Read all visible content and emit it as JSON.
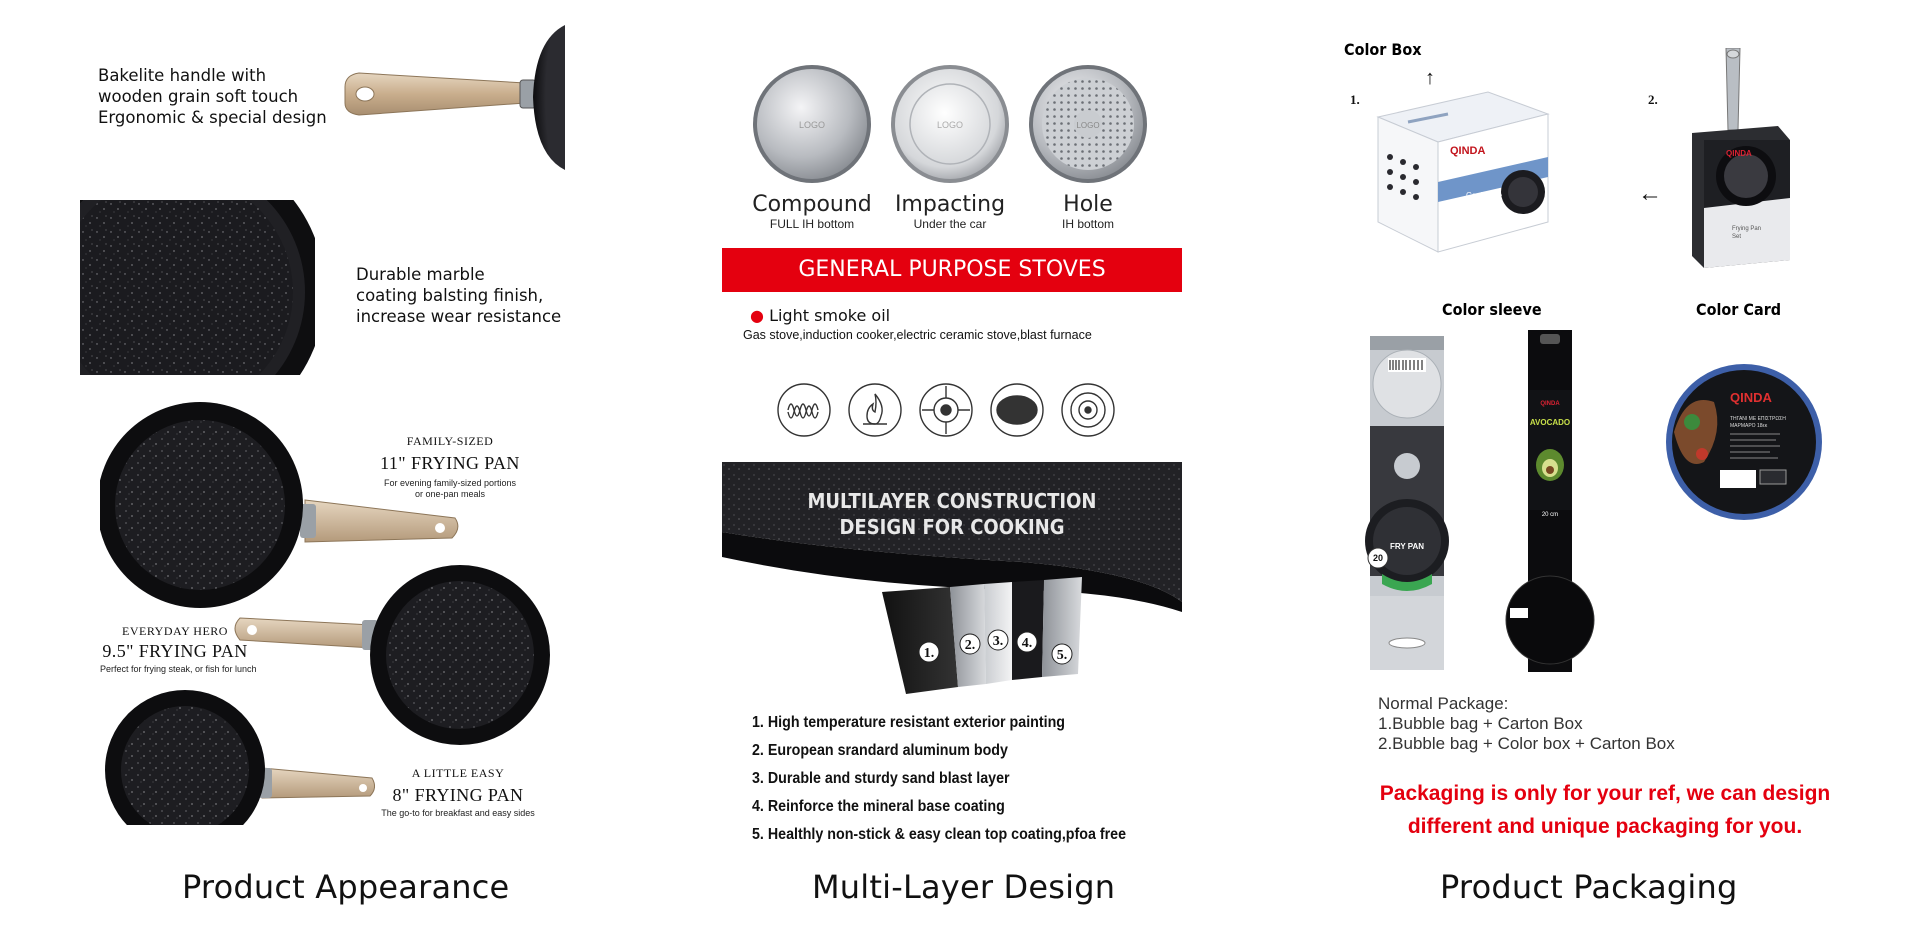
{
  "appearance": {
    "caption": "Product Appearance",
    "handle_text": [
      "Bakelite handle with",
      "wooden grain soft touch",
      "Ergonomic & special design"
    ],
    "coating_text": [
      "Durable marble",
      "coating balsting finish,",
      "increase wear resistance"
    ],
    "pans": [
      {
        "tag": "FAMILY-SIZED",
        "title": "11\" FRYING PAN",
        "desc": [
          "For evening family-sized portions",
          "or one-pan meals"
        ]
      },
      {
        "tag": "EVERYDAY HERO",
        "title": "9.5\" FRYING PAN",
        "desc": [
          "Perfect for frying steak, or fish for lunch"
        ]
      },
      {
        "tag": "A LITTLE EASY",
        "title": "8\" FRYING PAN",
        "desc": [
          "The go-to for breakfast and easy sides"
        ]
      }
    ]
  },
  "multilayer": {
    "caption": "Multi-Layer Design",
    "bottoms": [
      {
        "label": "Compound",
        "sub": "FULL IH bottom",
        "logo": "LOGO"
      },
      {
        "label": "Impacting",
        "sub": "Under the car",
        "logo": "LOGO"
      },
      {
        "label": "Hole",
        "sub": "IH bottom",
        "logo": "LOGO"
      }
    ],
    "banner": "GENERAL PURPOSE STOVES",
    "smoke": "Light smoke oil",
    "stoves": "Gas stove,induction cooker,electric ceramic stove,blast furnace",
    "stove_icons": [
      "coil-stove-icon",
      "flame-icon",
      "gas-burner-icon",
      "ceramic-plate-icon",
      "induction-icon"
    ],
    "construction_title": [
      "MULTILAYER CONSTRUCTION",
      "DESIGN FOR COOKING"
    ],
    "layer_numbers": [
      "1.",
      "2.",
      "3.",
      "4.",
      "5."
    ],
    "layers": [
      "1. High temperature resistant exterior painting",
      "2. European srandard aluminum body",
      "3. Durable and sturdy sand blast layer",
      "4. Reinforce the mineral base coating",
      "5. Healthly non-stick & easy clean top coating,pfoa free"
    ]
  },
  "packaging": {
    "caption": "Product Packaging",
    "color_box": "Color Box",
    "num1": "1.",
    "num2": "2.",
    "color_sleeve": "Color sleeve",
    "color_card": "Color Card",
    "brand": "QINDA",
    "box_side_text": "Cookware",
    "box2_text": [
      "Frying Pan",
      "Set"
    ],
    "sleeve1": {
      "label": "FRY PAN",
      "size": "20"
    },
    "sleeve2": {
      "label": "AVOCADO",
      "size": "20 cm"
    },
    "card_text": [
      "ΤΗΓΑΝΙ ΜΕ ΕΠΙΣΤΡΩΣΗ",
      "ΜΑΡΜΑΡΟ 18εκ"
    ],
    "normal_title": "Normal Package:",
    "normal_items": [
      "1.Bubble bag + Carton Box",
      "2.Bubble bag + Color box + Carton Box"
    ],
    "note": [
      "Packaging is only for your ref, we can design",
      "different and unique packaging for you."
    ]
  },
  "colors": {
    "red": "#e4000f",
    "pan_dark": "#141416",
    "handle_wood": "#cdb394"
  }
}
